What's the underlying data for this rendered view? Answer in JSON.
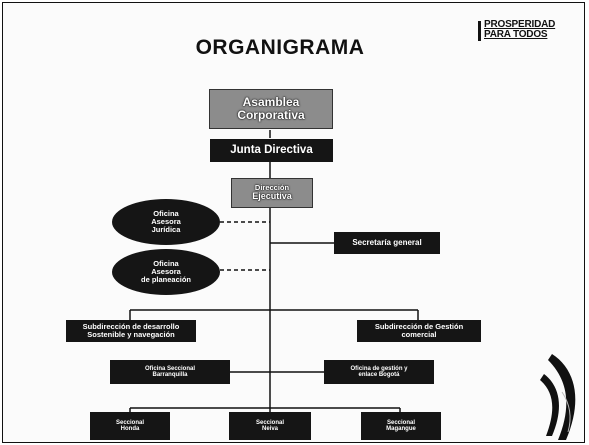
{
  "title": "ORGANIGRAMA",
  "logo": {
    "line1": "PROSPERIDAD",
    "line2": "PARA TODOS"
  },
  "nodes": {
    "asamblea": {
      "line1": "Asamblea",
      "line2": "Corporativa"
    },
    "junta": "Junta Directiva",
    "direccion": {
      "line1": "Dirección",
      "line2": "Ejecutiva"
    },
    "oficina_juridica": {
      "line1": "Oficina",
      "line2": "Asesora",
      "line3": "Jurídica"
    },
    "oficina_planeacion": {
      "line1": "Oficina",
      "line2": "Asesora",
      "line3": "de planeación"
    },
    "secretaria": "Secretaría general",
    "sub_desarrollo": {
      "line1": "Subdirección de desarrollo",
      "line2": "Sostenible y navegación"
    },
    "sub_gestion": {
      "line1": "Subdirección de Gestión",
      "line2": "comercial"
    },
    "oficina_barranquilla": {
      "line1": "Oficina Seccional",
      "line2": "Barranquilla"
    },
    "oficina_bogota": {
      "line1": "Oficina de gestión y",
      "line2": "enlace Bogotá"
    },
    "seccional_honda": {
      "line1": "Seccional",
      "line2": "Honda"
    },
    "seccional_neiva": {
      "line1": "Seccional",
      "line2": "Neiva"
    },
    "seccional_magangue": {
      "line1": "Seccional",
      "line2": "Magangue"
    }
  },
  "colors": {
    "box_dark": "#151515",
    "box_gray": "#8c8c8c",
    "line": "#111111"
  }
}
